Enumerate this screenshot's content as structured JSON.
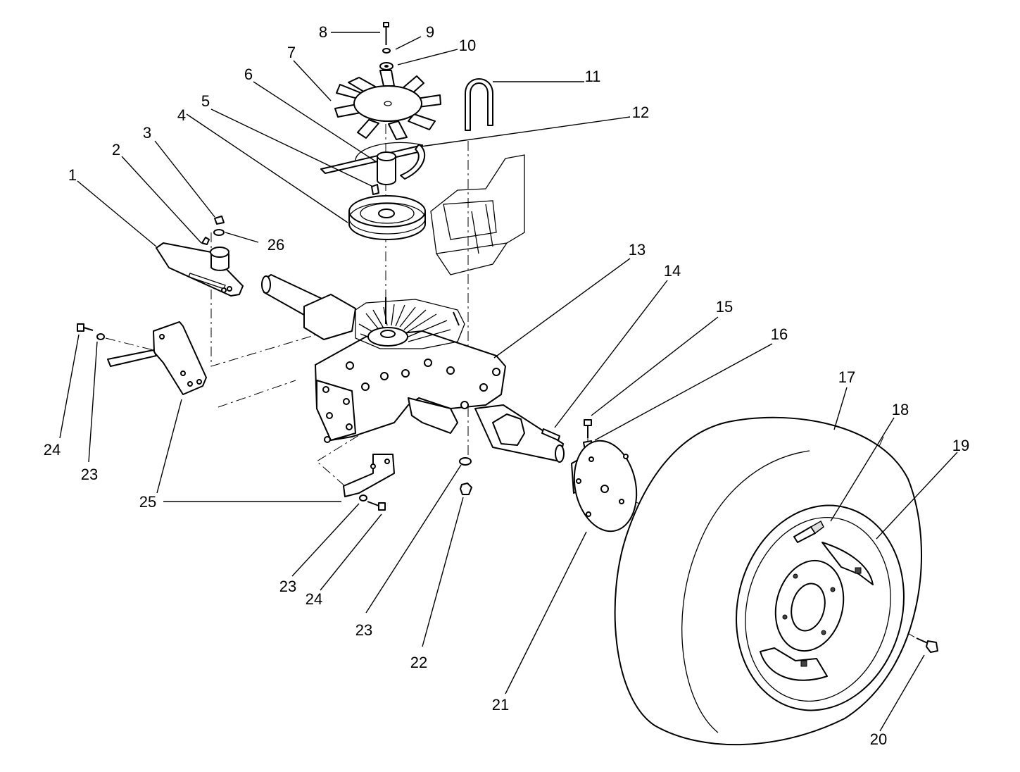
{
  "callouts": {
    "c1": "1",
    "c2": "2",
    "c3": "3",
    "c4": "4",
    "c5": "5",
    "c6": "6",
    "c7": "7",
    "c8": "8",
    "c9": "9",
    "c10": "10",
    "c11": "11",
    "c12": "12",
    "c13": "13",
    "c14": "14",
    "c15": "15",
    "c16": "16",
    "c17": "17",
    "c18": "18",
    "c19": "19",
    "c20": "20",
    "c21": "21",
    "c22": "22",
    "c23a": "23",
    "c23b": "23",
    "c23c": "23",
    "c24a": "24",
    "c24b": "24",
    "c25": "25",
    "c26": "26"
  }
}
